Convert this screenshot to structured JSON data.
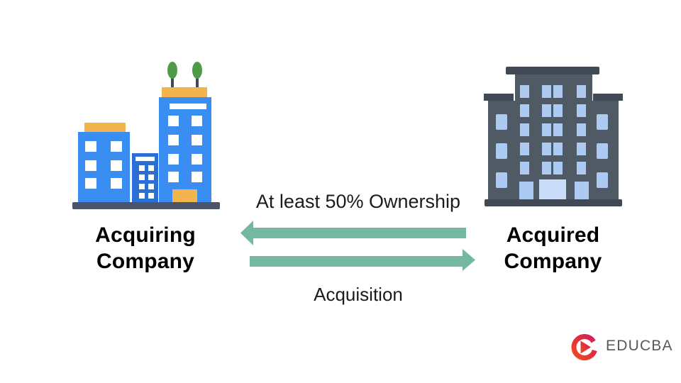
{
  "page": {
    "background": "#ffffff"
  },
  "colors": {
    "arrow": "#74b8a2",
    "text-dark": "#1b1b1b",
    "blue": "#3a8ef2",
    "blue-dark": "#2c6fd4",
    "orange": "#f2b44d",
    "tree-green": "#4f9b47",
    "tree-stem": "#3e4a5c",
    "base-slate": "#4b5468",
    "gray-body": "#505a64",
    "gray-cap": "#414a54",
    "window-blue": "#accaf2",
    "window-light": "#c9dcf8",
    "window-white": "#ffffff",
    "logo-text": "#56585b",
    "logo-red": "#f04b23",
    "logo-pink": "#cf1f5f"
  },
  "diagram": {
    "left_entity": {
      "name_line1": "Acquiring",
      "name_line2": "Company",
      "icon": "blue-city-buildings-icon"
    },
    "right_entity": {
      "name_line1": "Acquired",
      "name_line2": "Company",
      "icon": "gray-office-building-icon"
    },
    "arrows": {
      "top": {
        "label": "At least 50% Ownership",
        "direction": "right-to-left"
      },
      "bottom": {
        "label": "Acquisition",
        "direction": "left-to-right"
      }
    }
  },
  "branding": {
    "logo_text": "EDUCBA"
  }
}
